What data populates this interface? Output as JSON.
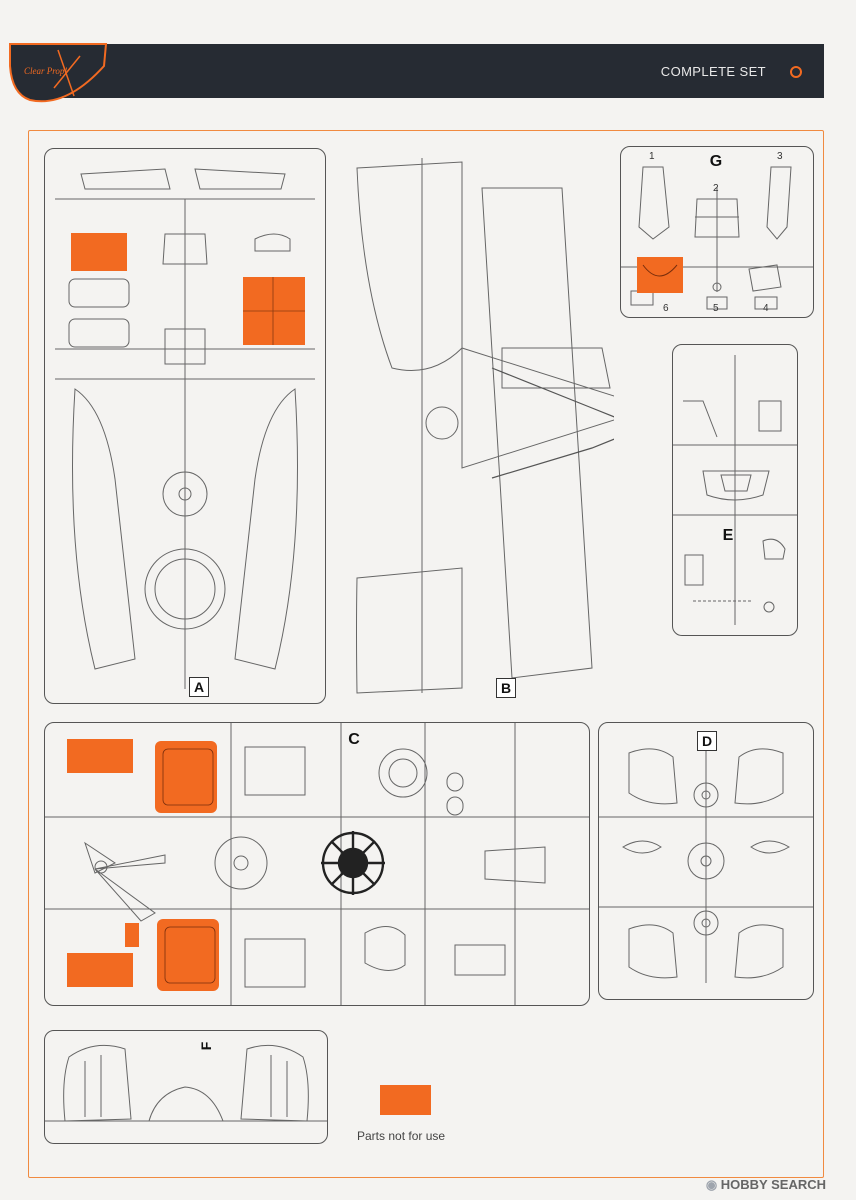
{
  "header": {
    "title": "COMPLETE SET",
    "logo_text": "Clear Prop!"
  },
  "sprues": [
    {
      "id": "A",
      "label": "A"
    },
    {
      "id": "B",
      "label": "B"
    },
    {
      "id": "C",
      "label": "C"
    },
    {
      "id": "D",
      "label": "D"
    },
    {
      "id": "E",
      "label": "E"
    },
    {
      "id": "F",
      "label": "F"
    },
    {
      "id": "G",
      "label": "G"
    }
  ],
  "sprue_g_numbers": [
    "1",
    "2",
    "3",
    "6",
    "5",
    "4"
  ],
  "legend": {
    "label": "Parts not for use",
    "color": "#f26a21"
  },
  "watermark": {
    "text": "HOBBY SEARCH"
  },
  "colors": {
    "accent": "#f26a21",
    "header_bg": "#262b33",
    "frame": "#f08a40"
  }
}
